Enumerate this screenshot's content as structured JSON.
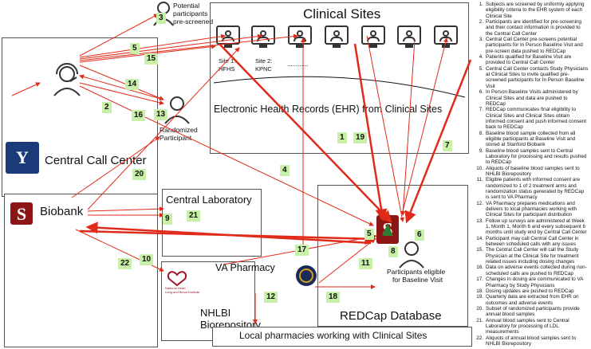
{
  "clinical_sites": {
    "title": "Clinical Sites",
    "site1": "Site 1:",
    "site1b": "HFHS",
    "site2": "Site 2:",
    "site2b": "KPNC",
    "dots": "............",
    "ehr": "Electronic Health Records (EHR) from Clinical Sites"
  },
  "potential": {
    "l1": "Potential",
    "l2": "participants",
    "l3": "pre-screened"
  },
  "randomized": {
    "l1": "Randomized",
    "l2": "Participant"
  },
  "call_center": {
    "title": "Central Call Center"
  },
  "biobank": {
    "title": "Biobank"
  },
  "central_lab": {
    "title": "Central Laboratory"
  },
  "nhlbi": {
    "l1": "NHLBI",
    "l2": "Biorepository",
    "logo1": "National Heart",
    "logo2": "Lung and Blood Institute"
  },
  "va": {
    "title": "VA Pharmacy"
  },
  "redcap": {
    "title": "REDCap Database"
  },
  "eligible": {
    "l1": "Participants eligible",
    "l2": "for Baseline Visit"
  },
  "local": {
    "title": "Local pharmacies working with Clinical Sites"
  },
  "numbers": {
    "n1": "1",
    "n2": "2",
    "n3": "3",
    "n4": "4",
    "n5": "5",
    "n5b": "5",
    "n6": "6",
    "n7": "7",
    "n8": "8",
    "n9": "9",
    "n10": "10",
    "n11": "11",
    "n12": "12",
    "n13": "13",
    "n14": "14",
    "n15": "15",
    "n16": "16",
    "n17": "17",
    "n18": "18",
    "n19": "19",
    "n20": "20",
    "n21": "21",
    "n22": "22"
  },
  "legend": [
    {
      "n": "1.",
      "t": "Subjects are screened by uniformly applying eligibility criteria to the EHR system of each Clinical Site"
    },
    {
      "n": "2.",
      "t": "Participants are identified for pre-screening and their contact information is provided to the Central Call Center"
    },
    {
      "n": "3.",
      "t": "Central Call Center pre-screens potential participants for In Person Baseline Visit and pre-screen data pushed to REDCap"
    },
    {
      "n": "4.",
      "t": "Patients qualified for Baseline Visit are provided to Central Call Center"
    },
    {
      "n": "5.",
      "t": "Central Call Center contacts Study Physicians at Clinical Sites to invite qualified pre-screened participants for In Person Baseline Visit"
    },
    {
      "n": "6.",
      "t": "In Person Baseline Visits administered by Clinical Sites and data are pushed to REDCap"
    },
    {
      "n": "7.",
      "t": "REDCap communicates final eligibility to Clinical Sites and Clinical Sites obtain informed consent and push informed consent back to REDCap"
    },
    {
      "n": "8.",
      "t": "Baseline blood sample collected from all eligible participants at Baseline Visit and stored at Stanford Biobank"
    },
    {
      "n": "9.",
      "t": "Baseline blood samples sent to Central Laboratory for processing and results pushed to REDCap"
    },
    {
      "n": "10.",
      "t": "Aliquots of baseline blood samples sent to NHLBI Biorepository"
    },
    {
      "n": "11.",
      "t": "Eligible patients with informed consent are randomized to 1 of 2 treatment arms and randomization status generated by REDCap is sent to VA Pharmacy"
    },
    {
      "n": "12.",
      "t": "VA Pharmacy prepares medications and delivers to local pharmacies working with Clinical Sites for participant distribution"
    },
    {
      "n": "13.",
      "t": "Follow up surveys are administered at Week 1, Month 1, Month 6 and every subsequent 6 months until study end by Central Call Center"
    },
    {
      "n": "14.",
      "t": "Participant may call Central Call Center in between scheduled calls with any issues"
    },
    {
      "n": "15.",
      "t": "The Central Call Center will call the Study Physician at the Clinical Site for treatment related issues including dosing changes"
    },
    {
      "n": "16.",
      "t": "Data on adverse events collected during non-scheduled calls are pushed to REDCap"
    },
    {
      "n": "17.",
      "t": "Changes in dosing are communicated to VA Pharmacy by Study Physicians"
    },
    {
      "n": "18.",
      "t": "Dosing updates are pushed to REDCap"
    },
    {
      "n": "19.",
      "t": "Quarterly data are extracted from EHR on outcomes and adverse events"
    },
    {
      "n": "20.",
      "t": "Subset of randomized participants provide annual blood samples"
    },
    {
      "n": "21.",
      "t": "Annual blood samples sent to Central Laboratory for processing of LDL measurements"
    },
    {
      "n": "22.",
      "t": "Aliquots of annual blood samples sent to NHLBI Biorepository"
    }
  ],
  "colors": {
    "arrow": "#e02a1a",
    "badge": "#c8f0a8"
  }
}
